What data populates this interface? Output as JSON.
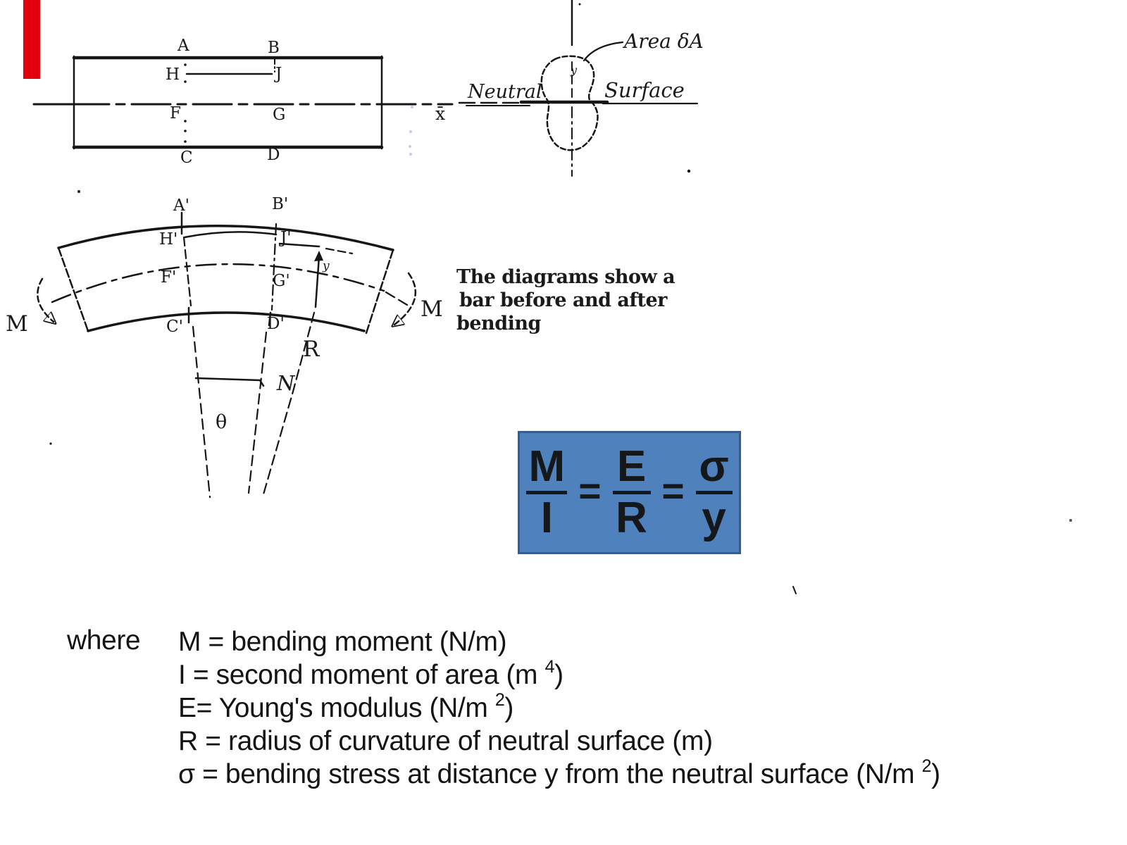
{
  "colors": {
    "accent_blue": "#4f81bd",
    "accent_blue_border": "#355d92",
    "red_bar": "#e2000f",
    "ink": "#161616"
  },
  "diagram_before": {
    "label_a": "A",
    "label_b": "B",
    "label_h": "H",
    "label_j": "J",
    "label_f": "F",
    "label_g": "G",
    "label_c": "C",
    "label_d": "D",
    "axis_label": "x̄"
  },
  "cross_section": {
    "area_label": "Area δA",
    "neutral_label": "Neutral",
    "surface_label": "Surface",
    "y_label": "y"
  },
  "diagram_after": {
    "label_a": "A'",
    "label_b": "B'",
    "label_h": "H'",
    "label_j": "J'",
    "label_f": "F'",
    "label_g": "G'",
    "label_c": "C'",
    "label_d": "D'",
    "moment_left": "M",
    "moment_right": "M",
    "radius_label": "R",
    "normal_label": "N",
    "angle_label": "θ",
    "y_label": "y"
  },
  "caption": {
    "line1": "The diagrams show a",
    "line2": "bar before and after",
    "line3": "bending"
  },
  "formula": {
    "numerator1": "M",
    "denominator1": "I",
    "equals": "=",
    "numerator2": "E",
    "denominator2": "R",
    "numerator3": "σ",
    "denominator3": "y"
  },
  "definitions": {
    "where_label": "where",
    "lines": [
      {
        "pre": "M = bending moment (N/m)",
        "sup": "",
        "post": ""
      },
      {
        "pre": "I = second moment of area (m ",
        "sup": "4",
        "post": ")"
      },
      {
        "pre": "E= Young's modulus (N/m ",
        "sup": "2",
        "post": ")"
      },
      {
        "pre": "R = radius of curvature of neutral surface (m)",
        "sup": "",
        "post": ""
      },
      {
        "pre": "σ = bending stress at distance y from the neutral surface (N/m ",
        "sup": "2",
        "post": ")"
      }
    ]
  }
}
